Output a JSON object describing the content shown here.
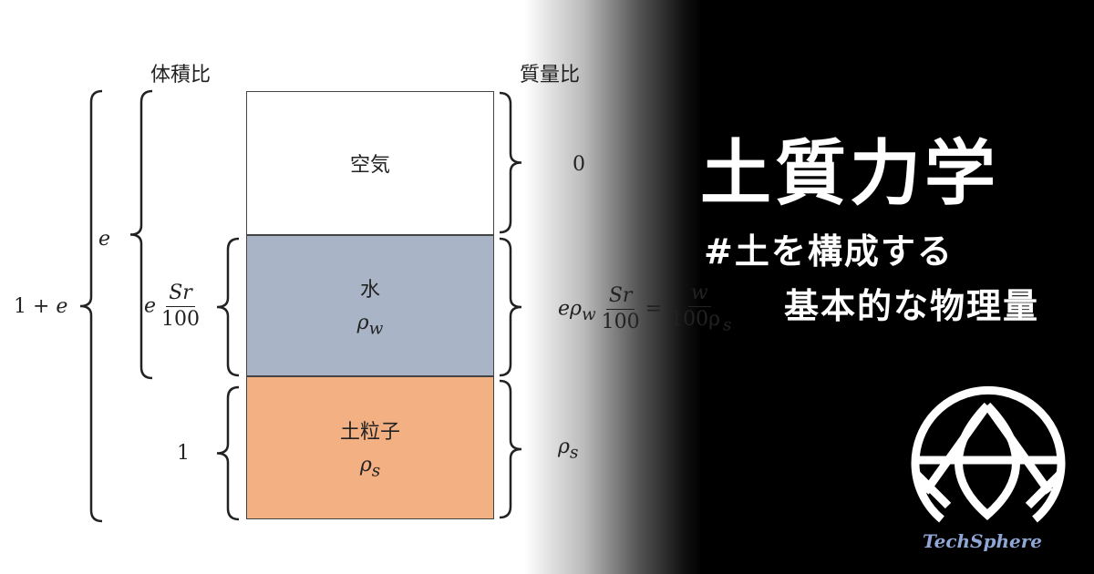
{
  "headers": {
    "volume": "体積比",
    "mass": "質量比"
  },
  "phases": [
    {
      "name": "空気",
      "symbol": "",
      "color": "#ffffff"
    },
    {
      "name": "水",
      "symbol": "ρ",
      "sub": "w",
      "color": "#aab4c7"
    },
    {
      "name": "土粒子",
      "symbol": "ρ",
      "sub": "s",
      "color": "#f3b083"
    }
  ],
  "volume_labels": {
    "total_a": "1 + ",
    "total_b": "e",
    "voids": "e",
    "water_e": "e",
    "water_num": "Sr",
    "water_den": "100",
    "solid": "1"
  },
  "mass_labels": {
    "air": "0",
    "water_a": "eρ",
    "water_sub": "w",
    "water_num": "Sr",
    "water_den": "100",
    "eq": "=",
    "w_num": "w",
    "w_den": "100ρ",
    "w_den_sub": "s",
    "solid": "ρ",
    "solid_sub": "s"
  },
  "title": "土質力学",
  "subtitle_1": "#土を構成する",
  "subtitle_2": "基本的な物理量",
  "logo": {
    "text": "TechSphere",
    "text_color": "#8fa6d6"
  }
}
